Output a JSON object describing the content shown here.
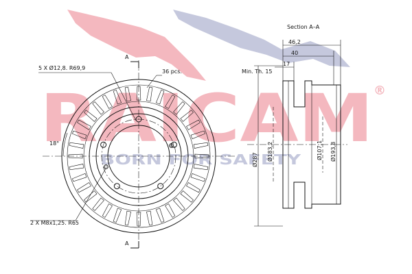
{
  "watermark": {
    "brand": "RAICAM",
    "registered_mark": "®",
    "tagline": "BORN FOR SAFETY",
    "color_primary": "#f4b8bf",
    "color_secondary": "#c5c8dd"
  },
  "front_view": {
    "section_mark_top": "A",
    "section_mark_bottom": "A",
    "holes_label": "5 X Ø12,8. R69,9",
    "vanes_label": "36 pcs.",
    "angle_label": "18°",
    "threads_label": "2 X M8x1,25. R65"
  },
  "section_view": {
    "title": "Section A–A",
    "dims": {
      "total_width": "46,2",
      "hat_width": "40",
      "min_thickness_label": "Min. Th. 15",
      "min_thickness_value": "17",
      "d_outer": "Ø287",
      "d_inner_ring": "Ø183,2",
      "d_center": "Ø107,1",
      "d_hat": "Ø193,8"
    }
  }
}
